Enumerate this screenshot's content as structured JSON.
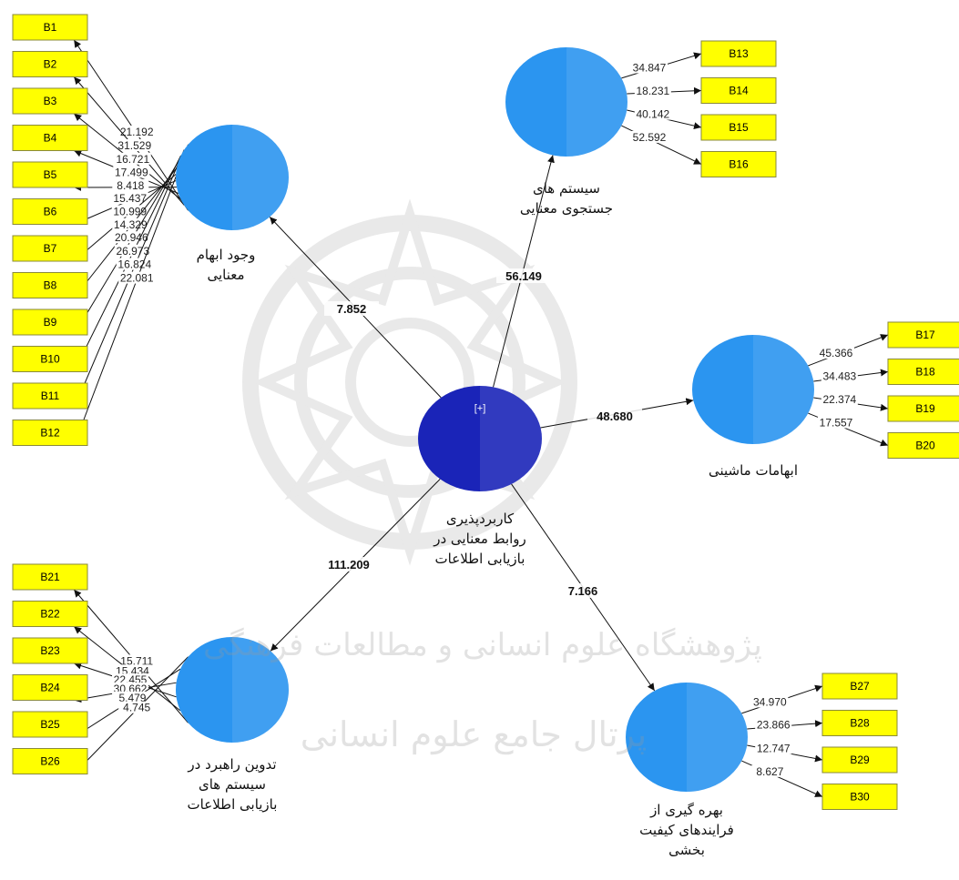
{
  "central": {
    "id": "central",
    "lines": [
      "کاربردپذیری",
      "روابط معنایی در",
      "بازیابی اطلاعات"
    ],
    "badge": "[+]",
    "color": "#1a24b8"
  },
  "latents": [
    {
      "id": "ambiguity",
      "lines": [
        "وجود ابهام",
        "معنایی"
      ],
      "color": "#2b95f0"
    },
    {
      "id": "search",
      "lines": [
        "سیستم های",
        "جستجوی معنایی"
      ],
      "color": "#2b95f0"
    },
    {
      "id": "machine",
      "lines": [
        "ابهامات ماشینی"
      ],
      "color": "#2b95f0"
    },
    {
      "id": "strategy",
      "lines": [
        "تدوین راهبرد در",
        "سیستم های",
        "بازیابی اطلاعات"
      ],
      "color": "#2b95f0"
    },
    {
      "id": "quality",
      "lines": [
        "بهره گیری از",
        "فرایندهای کیفیت",
        "بخشی"
      ],
      "color": "#2b95f0"
    }
  ],
  "paths": [
    {
      "to": "ambiguity",
      "value": "7.852"
    },
    {
      "to": "search",
      "value": "56.149"
    },
    {
      "to": "machine",
      "value": "48.680"
    },
    {
      "to": "strategy",
      "value": "111.209"
    },
    {
      "to": "quality",
      "value": "7.166"
    }
  ],
  "indicators": [
    {
      "latent": "ambiguity",
      "items": [
        {
          "label": "B1",
          "loading": "21.192"
        },
        {
          "label": "B2",
          "loading": "31.529"
        },
        {
          "label": "B3",
          "loading": "16.721"
        },
        {
          "label": "B4",
          "loading": "17.499"
        },
        {
          "label": "B5",
          "loading": "8.418"
        },
        {
          "label": "B6",
          "loading": "15.437"
        },
        {
          "label": "B7",
          "loading": "10.999"
        },
        {
          "label": "B8",
          "loading": "14.329"
        },
        {
          "label": "B9",
          "loading": "20.946"
        },
        {
          "label": "B10",
          "loading": "26.973"
        },
        {
          "label": "B11",
          "loading": "16.824"
        },
        {
          "label": "B12",
          "loading": "22.081"
        }
      ]
    },
    {
      "latent": "search",
      "items": [
        {
          "label": "B13",
          "loading": "34.847"
        },
        {
          "label": "B14",
          "loading": "18.231"
        },
        {
          "label": "B15",
          "loading": "40.142"
        },
        {
          "label": "B16",
          "loading": "52.592"
        }
      ]
    },
    {
      "latent": "machine",
      "items": [
        {
          "label": "B17",
          "loading": "45.366"
        },
        {
          "label": "B18",
          "loading": "34.483"
        },
        {
          "label": "B19",
          "loading": "22.374"
        },
        {
          "label": "B20",
          "loading": "17.557"
        }
      ]
    },
    {
      "latent": "strategy",
      "items": [
        {
          "label": "B21",
          "loading": "15.711"
        },
        {
          "label": "B22",
          "loading": "15.434"
        },
        {
          "label": "B23",
          "loading": "22.455"
        },
        {
          "label": "B24",
          "loading": "30.662"
        },
        {
          "label": "B25",
          "loading": "5.479"
        },
        {
          "label": "B26",
          "loading": "4.745"
        }
      ]
    },
    {
      "latent": "quality",
      "items": [
        {
          "label": "B27",
          "loading": "34.970"
        },
        {
          "label": "B28",
          "loading": "23.866"
        },
        {
          "label": "B29",
          "loading": "12.747"
        },
        {
          "label": "B30",
          "loading": "8.627"
        }
      ]
    }
  ],
  "watermark": {
    "lines": [
      "پژوهشگاه علوم انسانی و مطالعات فرهنگی",
      "پرتال جامع علوم انسانی"
    ]
  },
  "colors": {
    "indicator_fill": "#ffff00",
    "latent_fill": "#2b95f0",
    "central_fill": "#1a24b8"
  }
}
